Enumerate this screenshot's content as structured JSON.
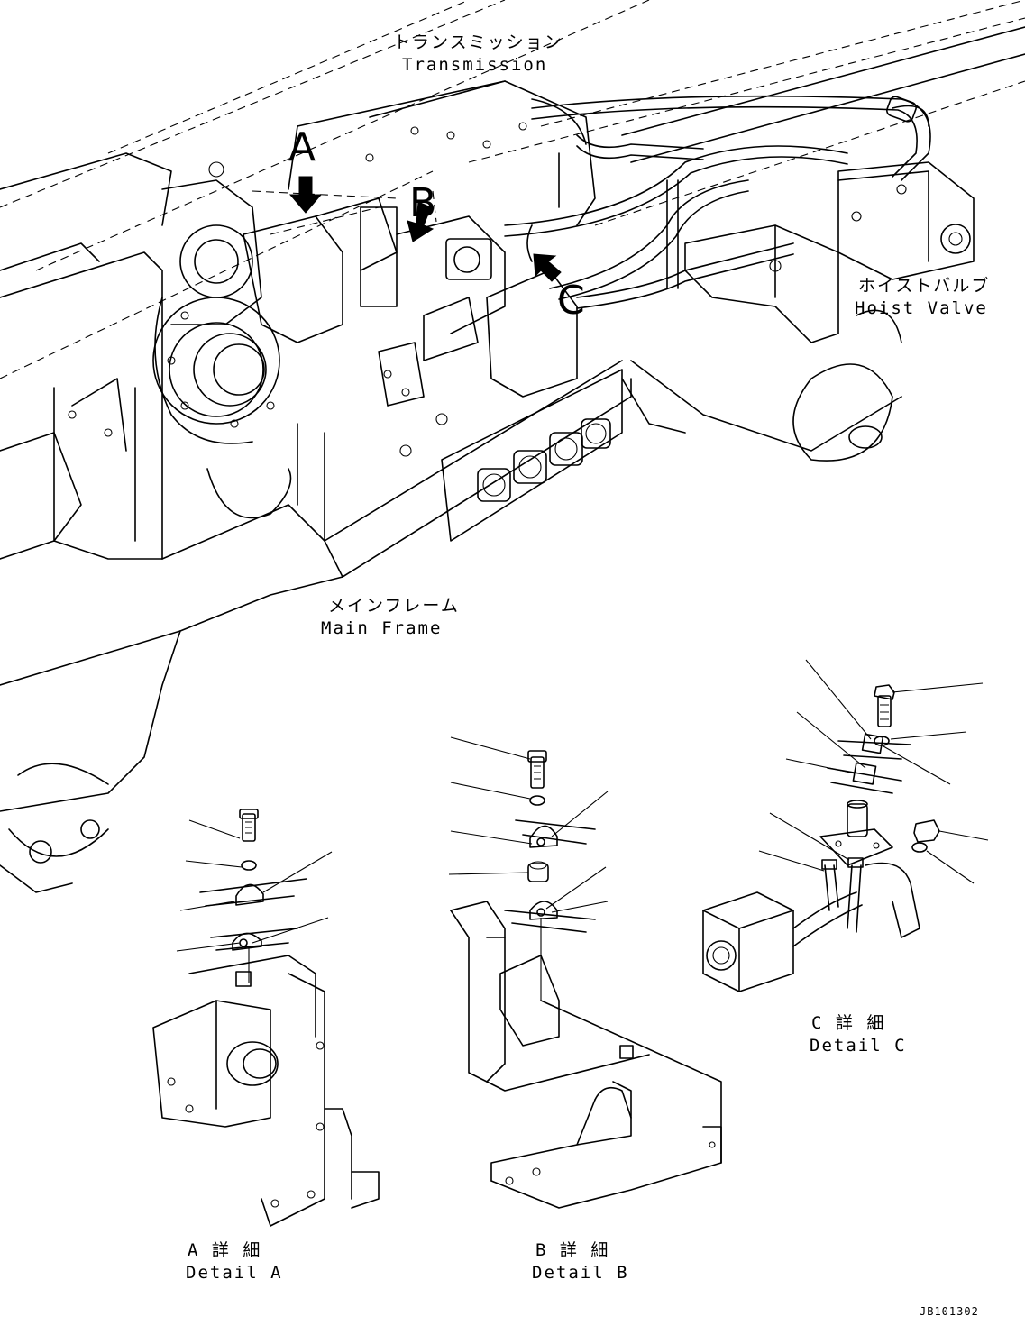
{
  "labels": {
    "transmission_jp": "トランスミッション",
    "transmission_en": "Transmission",
    "hoist_valve_jp": "ホイストバルブ",
    "hoist_valve_en": "Hoist Valve",
    "main_frame_jp": "メインフレーム",
    "main_frame_en": "Main Frame"
  },
  "callouts": {
    "a": "A",
    "b": "B",
    "c": "C"
  },
  "details": {
    "a_jp": "A 詳 細",
    "a_en": "Detail A",
    "b_jp": "B 詳 細",
    "b_en": "Detail B",
    "c_jp": "C 詳 細",
    "c_en": "Detail C"
  },
  "drawing_code": "JB101302"
}
